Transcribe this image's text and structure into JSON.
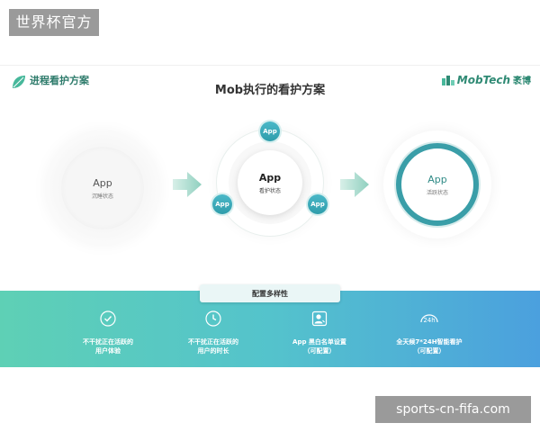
{
  "site_tag": "世界杯官方",
  "url_tag": "sports-cn-fifa.com",
  "slide": {
    "corner_title": "进程看护方案",
    "title": "Mob执行的看护方案",
    "brand": {
      "name": "MobTech",
      "sub": "袤博"
    },
    "states": [
      {
        "app": "App",
        "label": "沉睡状态"
      },
      {
        "app": "App",
        "label": "看护状态"
      },
      {
        "app": "App",
        "label": "活跃状态"
      }
    ],
    "badges": [
      "App",
      "App",
      "App"
    ],
    "band_title": "配置多样性",
    "features": [
      {
        "icon": "check-shield-icon",
        "line1": "不干扰正在活跃的",
        "line2": "用户体验"
      },
      {
        "icon": "clock-icon",
        "line1": "不干扰正在活跃的",
        "line2": "用户的时长"
      },
      {
        "icon": "whitelist-user-icon",
        "line1": "App 黑白名单设置",
        "line2": "（可配置）"
      },
      {
        "icon": "24h-icon",
        "icon_text": "24h",
        "line1": "全天候7*24H智能看护",
        "line2": "（可配置）"
      }
    ]
  },
  "colors": {
    "accent_teal": "#3a9ea8",
    "band_start": "#5ed0b5",
    "band_end": "#4ba0de",
    "badge": "#2f9dab"
  }
}
